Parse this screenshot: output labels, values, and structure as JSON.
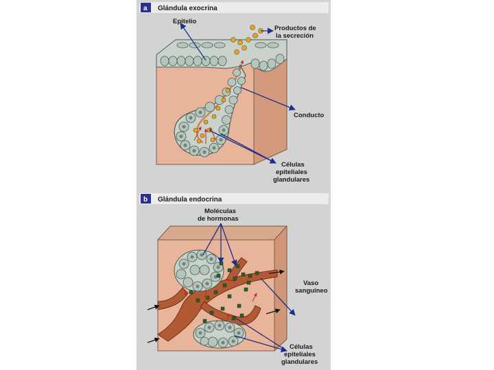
{
  "panel_a": {
    "badge": "a",
    "title": "Glándula exocrina",
    "labels": {
      "epitelio": "Epitelio",
      "productos_1": "Productos de",
      "productos_2": "la secreción",
      "conducto": "Conducto",
      "celulas_1": "Células",
      "celulas_2": "epiteliales",
      "celulas_3": "glandulares"
    }
  },
  "panel_b": {
    "badge": "b",
    "title": "Glándula endocrina",
    "labels": {
      "moleculas_1": "Moléculas",
      "moleculas_2": "de hormonas",
      "vaso_1": "Vaso",
      "vaso_2": "sanguíneo",
      "celulas_1": "Células",
      "celulas_2": "epiteliales",
      "celulas_3": "glandulares"
    }
  },
  "colors": {
    "panel_background": "#d3d3d3",
    "tissue": "#e8b59a",
    "title_bar": "#ececec",
    "badge": "#2b2f8f",
    "leader_lines": "#1b2e8c",
    "blood_vessel": "#b25a34",
    "secretion_granules": "#e0a62a",
    "hormone_molecules": "#2f5a2a"
  }
}
